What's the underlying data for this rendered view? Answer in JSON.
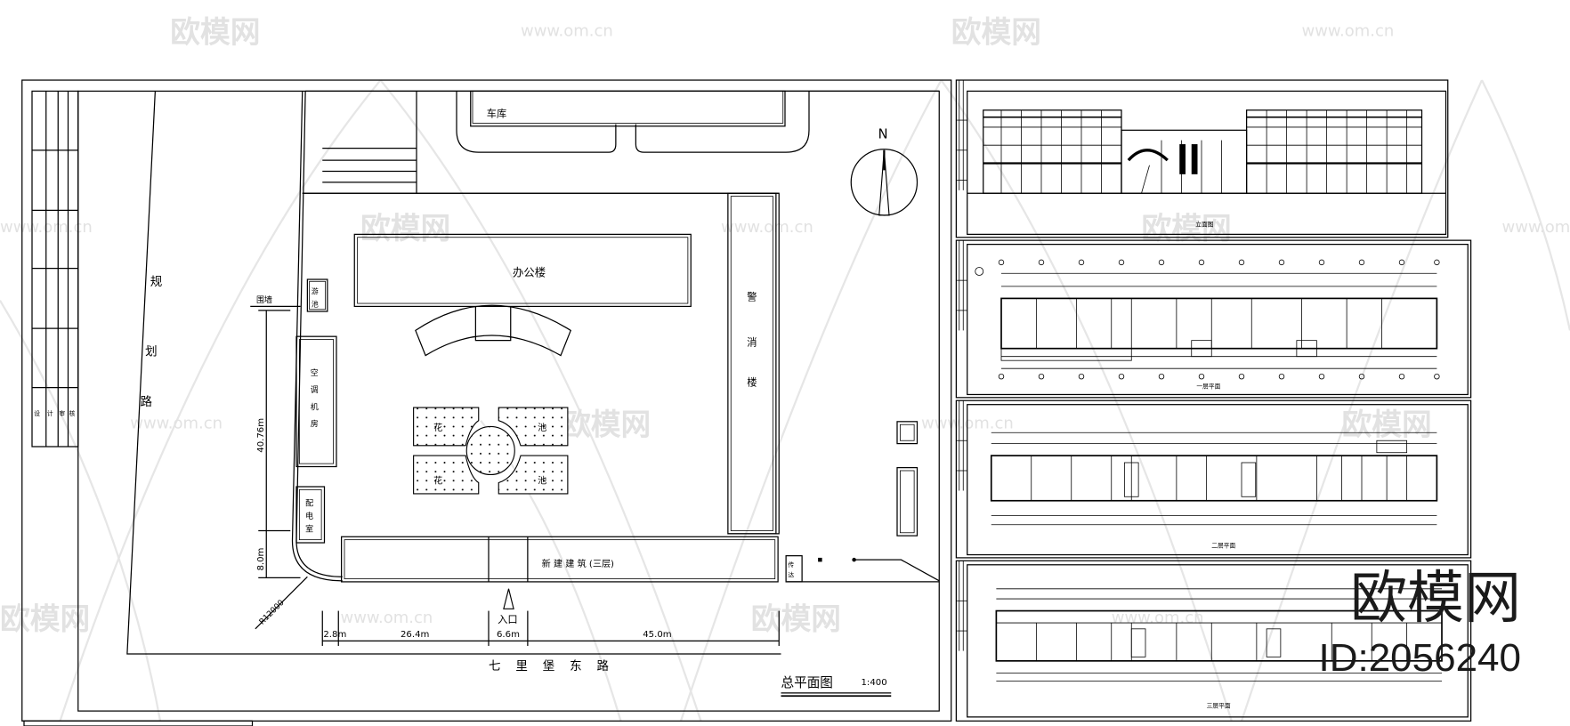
{
  "watermarks": {
    "brand": "欧模网",
    "url": "www.om.cn",
    "big_brand": "欧模网",
    "id_label": "ID:2056240"
  },
  "site_plan": {
    "title": "总平面图",
    "scale": "1:400",
    "north_label": "N",
    "road_left": [
      "规",
      "划",
      "路"
    ],
    "road_bottom": [
      "七",
      "里",
      "堡",
      "东",
      "路"
    ],
    "buildings": {
      "office": "办公楼",
      "garage": "车库",
      "pool": [
        "游",
        "池"
      ],
      "ac_room": [
        "空",
        "调",
        "机",
        "房"
      ],
      "power_room": [
        "配",
        "电",
        "室"
      ],
      "fire_stair": [
        "警",
        "消",
        "楼"
      ],
      "new_building": "新 建 建 筑 (三层)",
      "guard": [
        "传",
        "达"
      ],
      "flower_beds": [
        "花",
        "池",
        "花",
        "池"
      ]
    },
    "labels": {
      "wall": "围墙",
      "entrance": "入口",
      "radius": "R12000"
    },
    "dimensions": {
      "d1": "2.8m",
      "d2": "26.4m",
      "d3": "6.6m",
      "d4": "45.0m",
      "vertical_1": "40.76m",
      "vertical_2": "8.0m"
    },
    "title_block_left": [
      "设",
      "计",
      "审",
      "核"
    ]
  },
  "sheets": [
    {
      "name": "elevation",
      "title": "立面图"
    },
    {
      "name": "floor-1",
      "title": "一层平面"
    },
    {
      "name": "floor-2",
      "title": "二层平面"
    },
    {
      "name": "floor-3",
      "title": "三层平面"
    }
  ]
}
